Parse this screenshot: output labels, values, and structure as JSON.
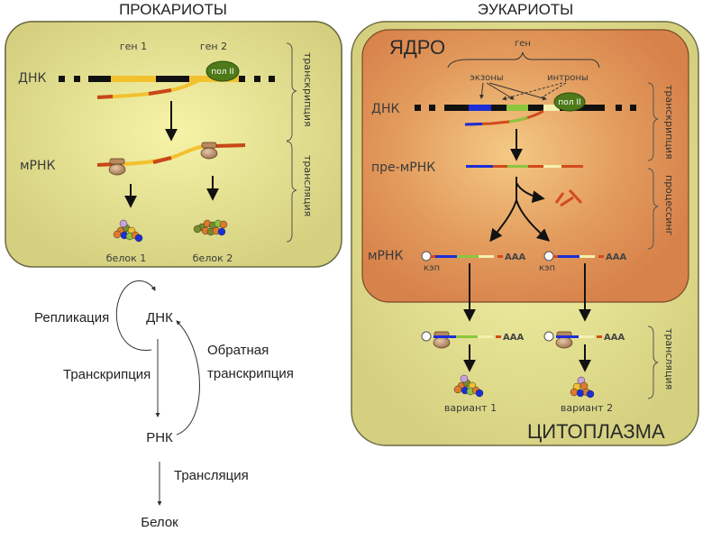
{
  "prokaryotes": {
    "title": "ПРОКАРИОТЫ",
    "gene1": "ген 1",
    "gene2": "ген 2",
    "dna": "ДНК",
    "polymerase": "пол II",
    "mrna": "мРНК",
    "protein1": "белок 1",
    "protein2": "белок 2",
    "stage_transcription": "транскрипция",
    "stage_translation": "трансляция"
  },
  "eukaryotes": {
    "title": "ЭУКАРИОТЫ",
    "nucleus": "ЯДРО",
    "cytoplasm": "ЦИТОПЛАЗМА",
    "gene": "ген",
    "exons": "экзоны",
    "introns": "интроны",
    "dna": "ДНК",
    "polymerase": "пол II",
    "pre_mrna": "пре-мРНК",
    "mrna": "мРНК",
    "cap1": "кэп",
    "cap2": "кэп",
    "polya1": "AAA",
    "polya2": "AAA",
    "polya3": "AAA",
    "polya4": "AAA",
    "variant1": "вариант 1",
    "variant2": "вариант 2",
    "stage_transcription": "транскрипция",
    "stage_processing": "процессинг",
    "stage_translation": "трансляция"
  },
  "central_dogma": {
    "dna": "ДНК",
    "rna": "РНК",
    "protein": "Белок",
    "replication": "Репликация",
    "transcription": "Транскрипция",
    "reverse_line1": "Обратная",
    "reverse_line2": "транскрипция",
    "translation": "Трансляция"
  },
  "colors": {
    "cell": "#d9d68a",
    "nucleus": "#d98a4f",
    "dna": "#111111",
    "gene_yellow": "#f2c12e",
    "exon_blue": "#1a2fd6",
    "exon_green": "#8cc63f",
    "exon_cream": "#f4f0b0",
    "rna_red": "#d24a1a",
    "polymerase": "#4e7a1a"
  }
}
